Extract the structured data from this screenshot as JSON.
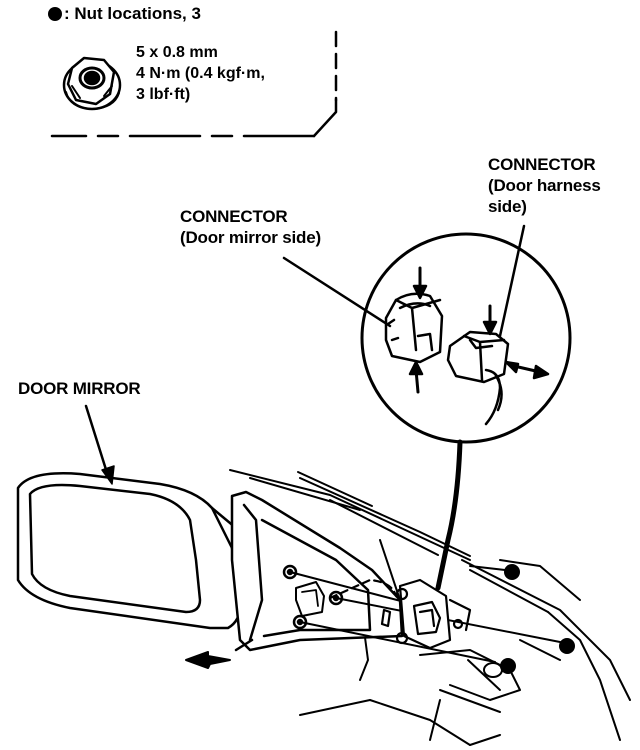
{
  "legend": {
    "symbol": "●",
    "text": ": Nut locations, 3"
  },
  "nut_spec": {
    "size": "5 x 0.8 mm",
    "torque_line1": "4 N·m (0.4 kgf·m,",
    "torque_line2": "3 lbf·ft)"
  },
  "labels": {
    "door_mirror": "DOOR MIRROR",
    "connector_mirror_title": "CONNECTOR",
    "connector_mirror_sub": "(Door mirror side)",
    "connector_harness_title": "CONNECTOR",
    "connector_harness_sub1": "(Door harness",
    "connector_harness_sub2": "side)"
  },
  "colors": {
    "ink": "#000000",
    "paper": "#ffffff"
  }
}
